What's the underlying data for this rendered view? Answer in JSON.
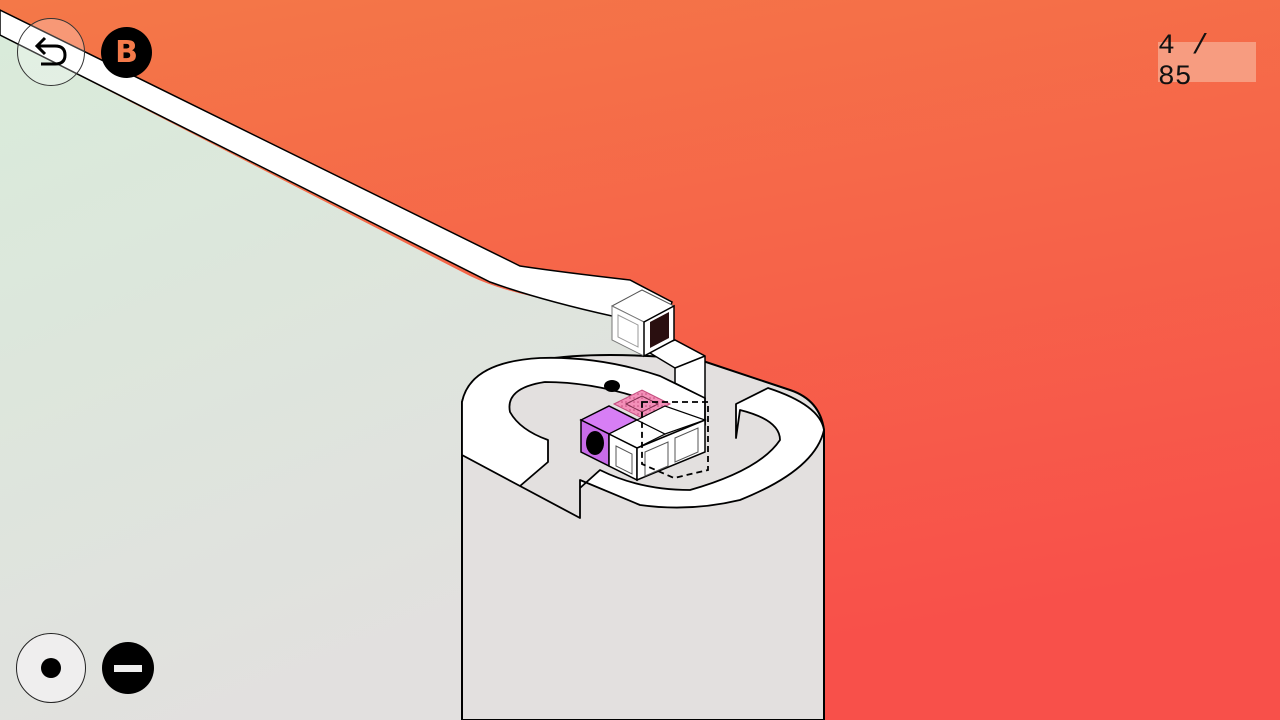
{
  "game": {
    "level_counter": {
      "current": "4",
      "total": "85",
      "label": "4 / 85"
    },
    "hud": {
      "undo": {
        "icon": "undo-arrow-icon"
      },
      "b_button": {
        "label": "B"
      },
      "action_dot": {
        "icon": "dot-icon"
      },
      "action_minus": {
        "icon": "minus-icon"
      }
    },
    "colors": {
      "background_top": "#f47848",
      "background_bottom": "#f8504a",
      "floor": "#e4e4e0",
      "floor_green_tint": "#dce9dc",
      "path": "#ffffff",
      "outline": "#000000",
      "player_cube": "#d77ef5",
      "target_tile": "#f38fb8",
      "counter_bg": "#f79c80",
      "dark_cube_face": "#2a0f10"
    }
  }
}
